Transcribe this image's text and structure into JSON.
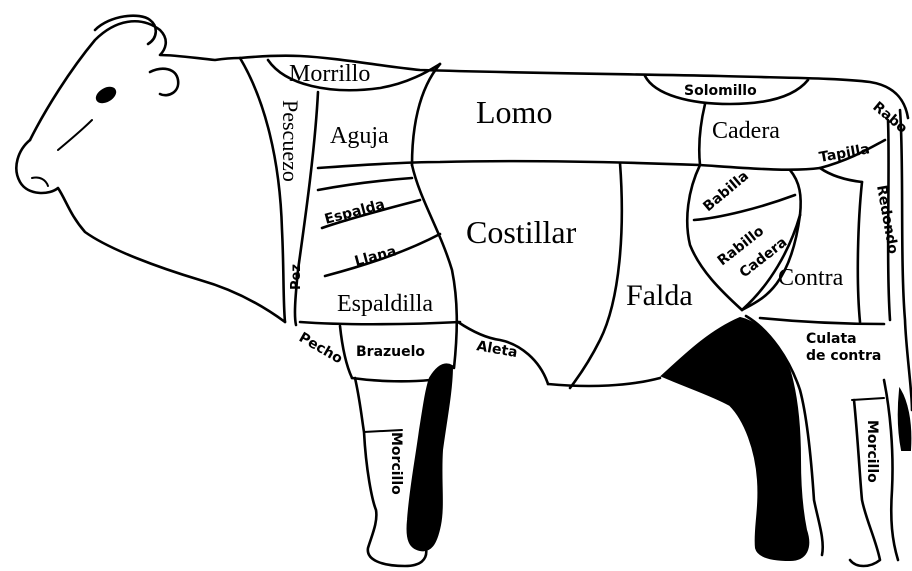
{
  "labels": {
    "morrillo": "Morrillo",
    "pescuezo": "Pescuezo",
    "aguja": "Aguja",
    "lomo": "Lomo",
    "solomillo": "Solomillo",
    "cadera": "Cadera",
    "rabo": "Rabo",
    "tapilla": "Tapilla",
    "redondo": "Redondo",
    "espalda": "Espalda",
    "llana": "Llana",
    "costillar": "Costillar",
    "babilla": "Babilla",
    "rabillo": "Rabillo",
    "cadera2": "Cadera",
    "contra": "Contra",
    "falda": "Falda",
    "pez": "Pez",
    "espaldilla": "Espaldilla",
    "pecho": "Pecho",
    "brazuelo": "Brazuelo",
    "aleta": "Aleta",
    "culata_line1": "Culata",
    "culata_line2": "de contra",
    "morcillo_front": "Morcillo",
    "morcillo_back": "Morcillo"
  }
}
